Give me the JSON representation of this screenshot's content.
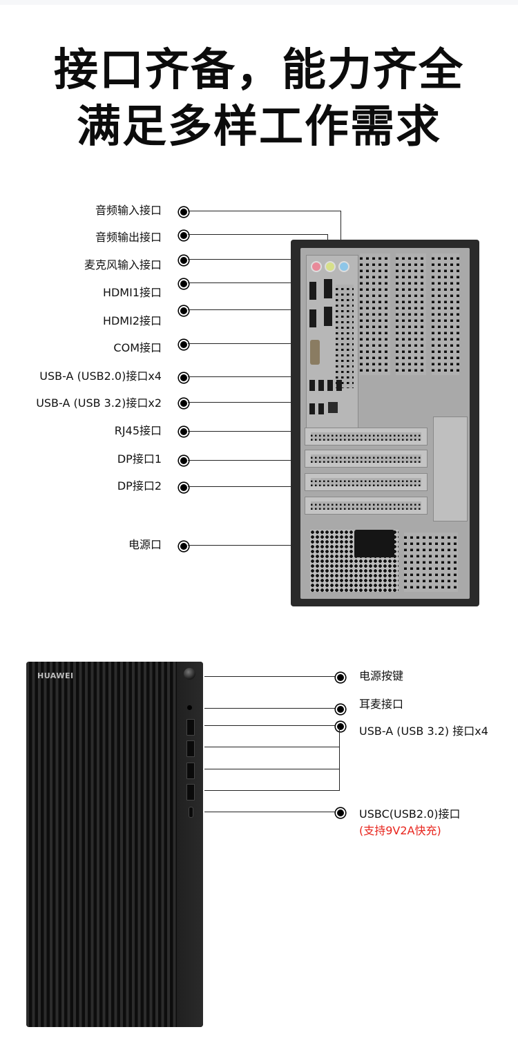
{
  "headline": {
    "line1": "接口齐备，能力齐全",
    "line2": "满足多样工作需求"
  },
  "rear_panel": {
    "ports": [
      {
        "label": "音频输入接口"
      },
      {
        "label": "音频输出接口"
      },
      {
        "label": "麦克风输入接口"
      },
      {
        "label": "HDMI1接口"
      },
      {
        "label": "HDMI2接口"
      },
      {
        "label": "COM接口"
      },
      {
        "label": "USB-A (USB2.0)接口x4"
      },
      {
        "label": "USB-A (USB 3.2)接口x2"
      },
      {
        "label": "RJ45接口"
      },
      {
        "label": "DP接口1"
      },
      {
        "label": "DP接口2"
      },
      {
        "label": "电源口"
      }
    ],
    "jack_colors": [
      "#e98a9a",
      "#d7e08a",
      "#8ec6e8"
    ]
  },
  "front_panel": {
    "brand": "HUAWEI",
    "ports": [
      {
        "label": "电源按键"
      },
      {
        "label": "耳麦接口"
      },
      {
        "label": "USB-A (USB 3.2) 接口x4"
      },
      {
        "label": "USBC(USB2.0)接口",
        "note": "(支持9V2A快充)"
      }
    ],
    "note_color": "#e8241c"
  }
}
